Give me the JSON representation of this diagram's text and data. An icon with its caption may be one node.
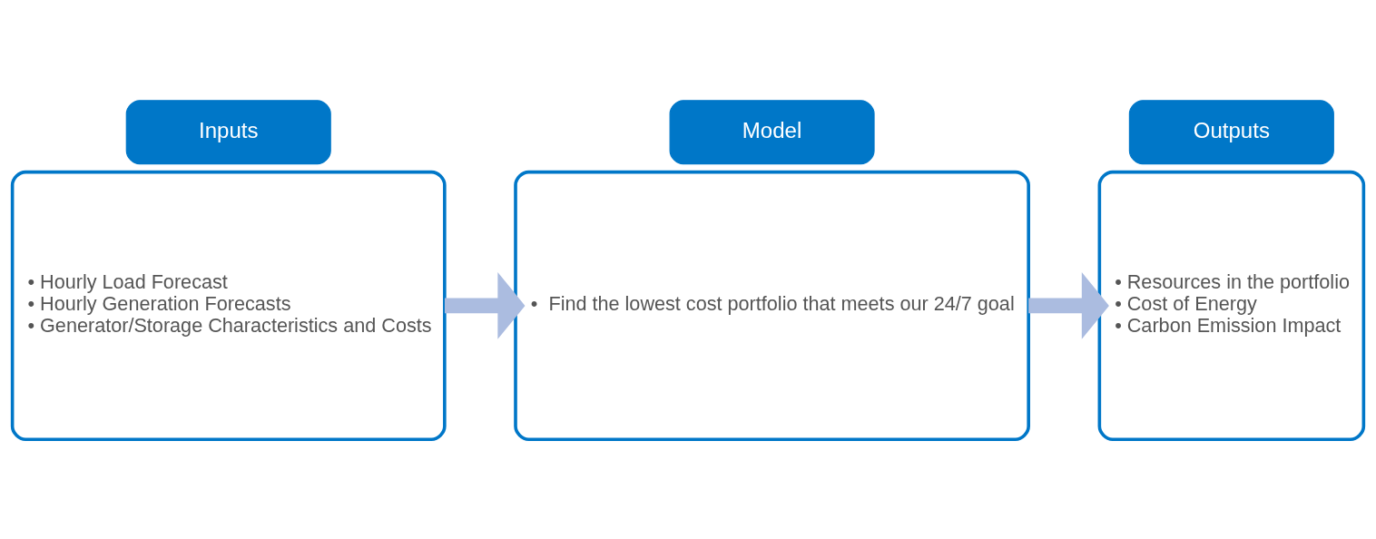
{
  "diagram": {
    "nodes": [
      {
        "text": [
          "Inputs"
        ]
      },
      {
        "text": [
          "• Hourly Load Forecast",
          "• Hourly Generation Forecasts",
          "• Generator/Storage Characteristics and Costs"
        ]
      },
      {
        "text": [
          "Model"
        ]
      },
      {
        "text": [
          "•  Find the lowest cost portfolio that meets our 24/7 goal"
        ]
      },
      {
        "text": [
          "Outputs"
        ]
      },
      {
        "text": [
          "• Resources in the portfolio",
          "• Cost of Energy",
          "• Carbon Emission Impact"
        ]
      }
    ],
    "edges": [
      {
        "from": 1,
        "to": 3,
        "arrow": "to"
      },
      {
        "from": 3,
        "to": 5,
        "arrow": "to"
      }
    ]
  }
}
